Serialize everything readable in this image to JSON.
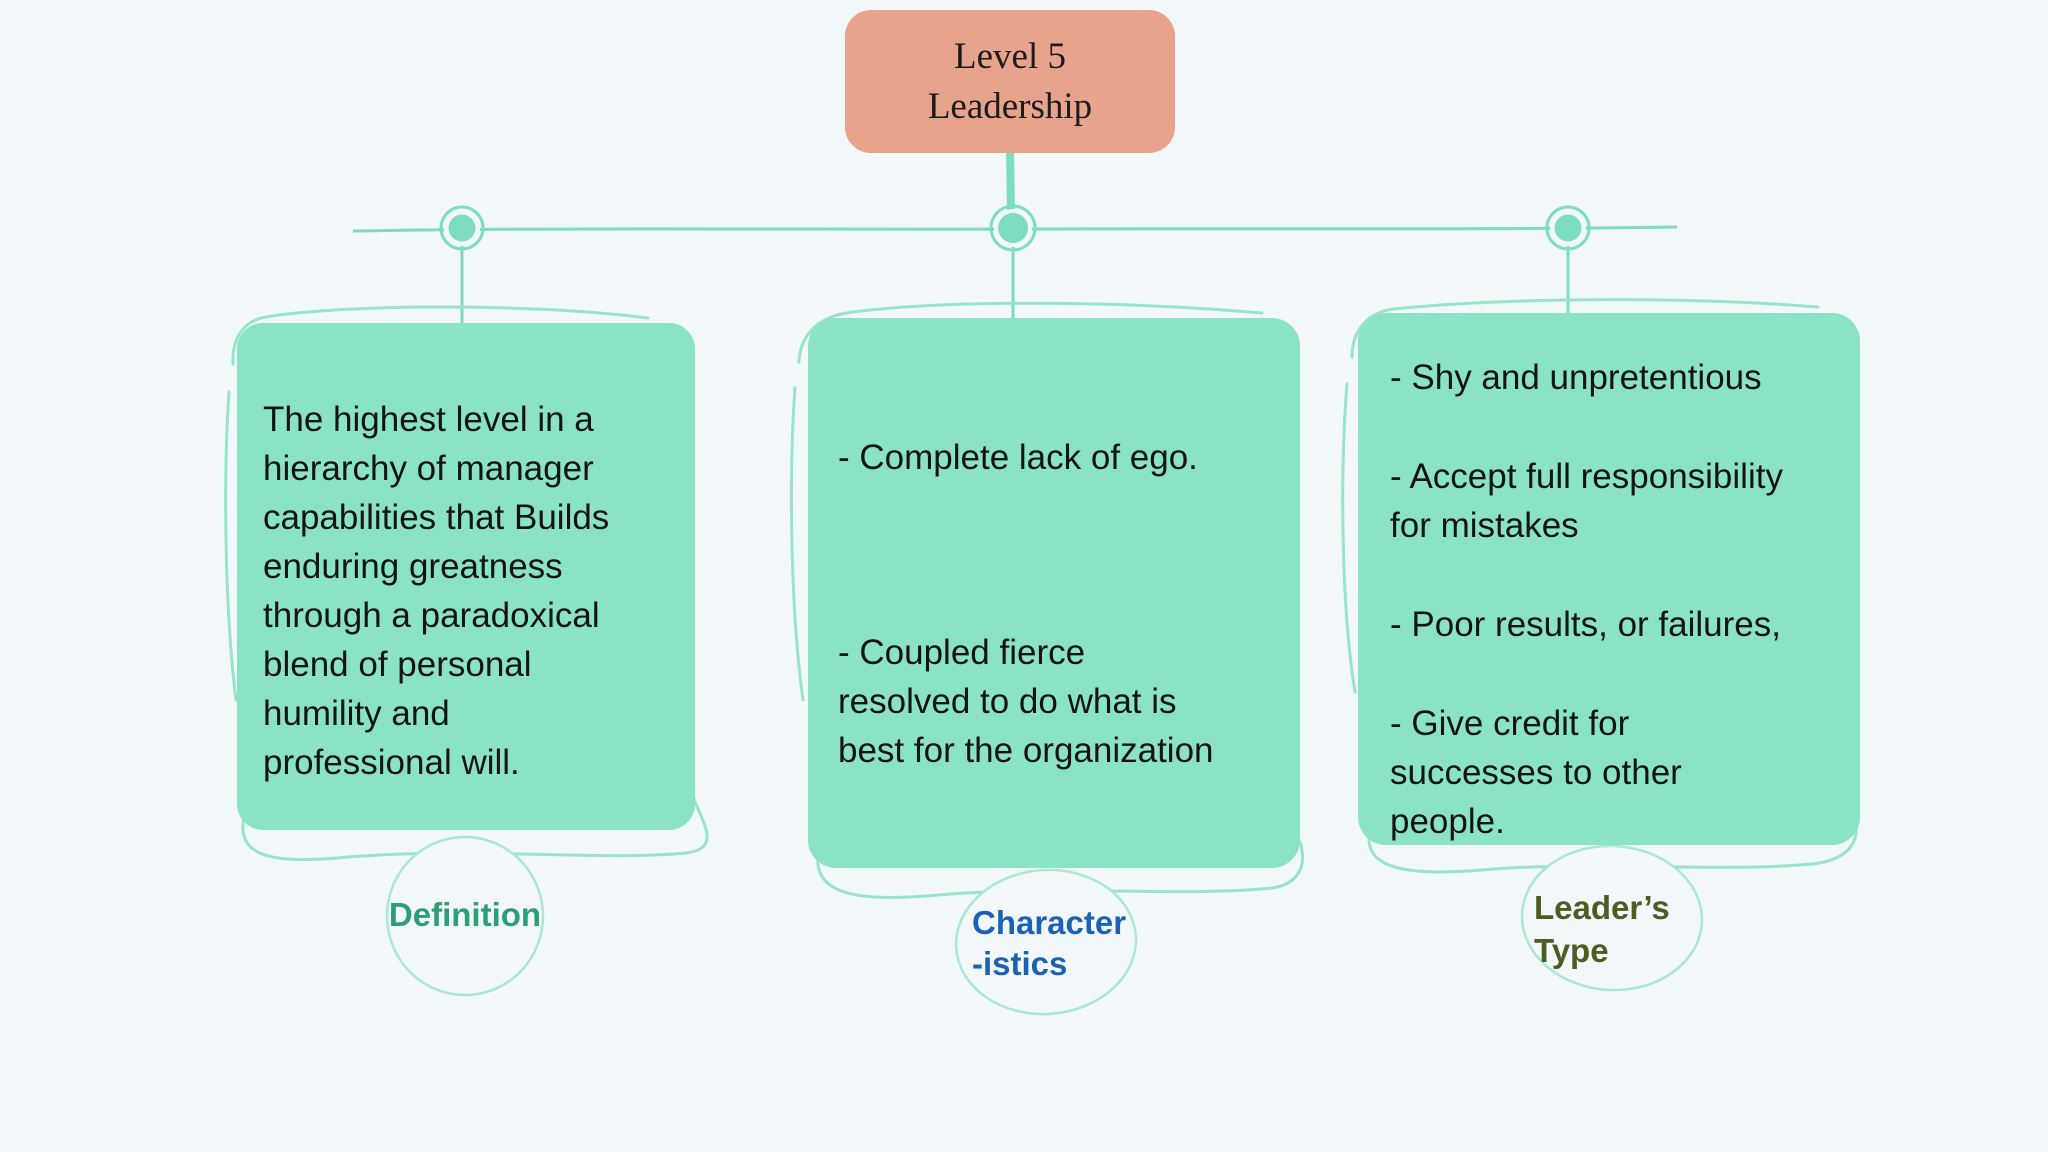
{
  "root": {
    "title": "Level 5 Leadership",
    "line1": "Level 5",
    "line2": "Leadership"
  },
  "branches": [
    {
      "id": "definition",
      "label": "Definition",
      "label_lines": [
        "Definition"
      ],
      "label_color": "#2e9e78",
      "paragraphs": [
        "The highest level in a\nhierarchy of manager\ncapabilities that Builds\nenduring greatness\nthrough a paradoxical\nblend of personal\nhumility and\nprofessional will."
      ]
    },
    {
      "id": "characteristics",
      "label": "Character-istics",
      "label_lines": [
        "Character",
        "-istics"
      ],
      "label_color": "#1b62b4",
      "paragraphs": [
        "- Complete lack of ego.",
        "- Coupled fierce\nresolved to do what is\nbest for the organization"
      ]
    },
    {
      "id": "leaders-type",
      "label": "Leader’s Type",
      "label_lines": [
        "Leader’s",
        "Type"
      ],
      "label_color": "#4d5c23",
      "paragraphs": [
        "- Shy and unpretentious",
        "- Accept full responsibility\nfor mistakes",
        "- Poor results, or failures,",
        "- Give credit for\nsuccesses to other\npeople."
      ]
    }
  ],
  "colors": {
    "background": "#f2f7f9",
    "root-fill": "#e8a38c",
    "branch-fill": "#8be3c6",
    "connector": "#7eddc0",
    "sketch": "#98e4ca",
    "circle-stroke": "#a9e8d2",
    "text": "#141414"
  }
}
